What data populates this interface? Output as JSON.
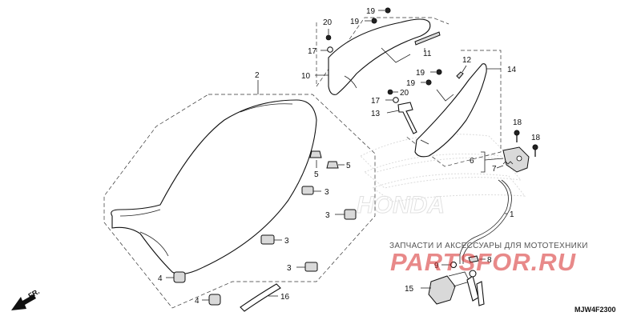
{
  "brand_watermark": "HONDA",
  "watermark": {
    "tagline": "ЗАПЧАСТИ И АКСЕССУАРЫ ДЛЯ МОТОТЕХНИКИ",
    "logo": "PARTSFOR.RU"
  },
  "diagram_code": "MJW4F2300",
  "front_marker": "FR.",
  "callouts": {
    "c1": "1",
    "c2": "2",
    "c3a": "3",
    "c3b": "3",
    "c3c": "3",
    "c3d": "3",
    "c4a": "4",
    "c4b": "4",
    "c5a": "5",
    "c5b": "5",
    "c6": "6",
    "c7": "7",
    "c8": "8",
    "c9": "9",
    "c10": "10",
    "c11": "11",
    "c12": "12",
    "c13": "13",
    "c14": "14",
    "c15": "15",
    "c16": "16",
    "c17a": "17",
    "c17b": "17",
    "c18a": "18",
    "c18b": "18",
    "c19a": "19",
    "c19b": "19",
    "c19c": "19",
    "c19d": "19",
    "c20a": "20",
    "c20b": "20"
  },
  "colors": {
    "watermark_red": "#d62828",
    "line": "#111111"
  }
}
